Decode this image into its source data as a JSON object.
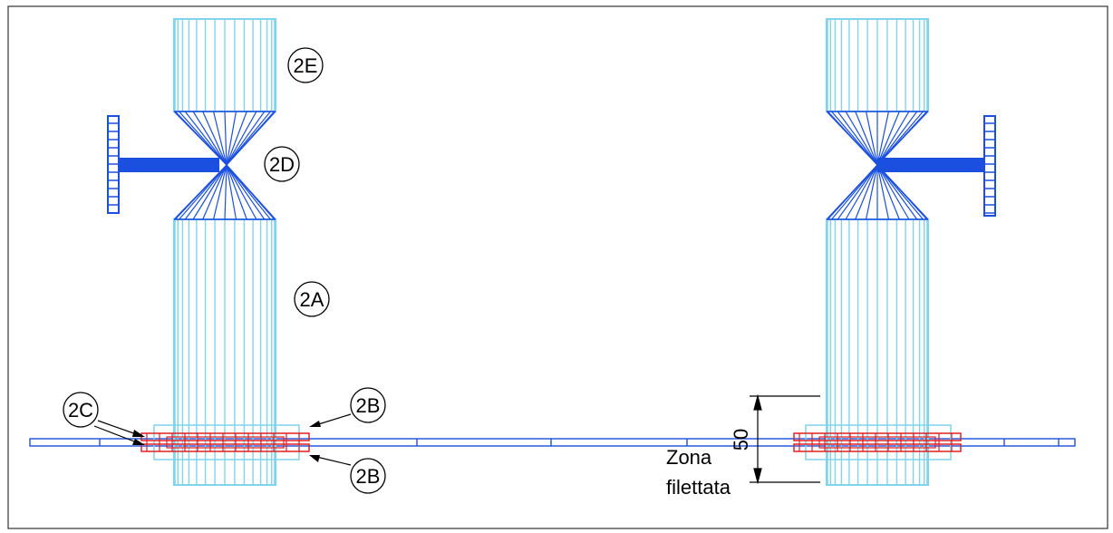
{
  "labels": {
    "a": "2A",
    "b_top": "2B",
    "b_bottom": "2B",
    "c": "2C",
    "d": "2D",
    "e": "2E"
  },
  "dimension": {
    "value": "50",
    "note_line1": "Zona",
    "note_line2": "filettata"
  },
  "colors": {
    "frame": "#333333",
    "pipe_bundle": "#7fd4ee",
    "steel": "#1a4fe0",
    "flange": "#e02020",
    "text": "#000000"
  }
}
